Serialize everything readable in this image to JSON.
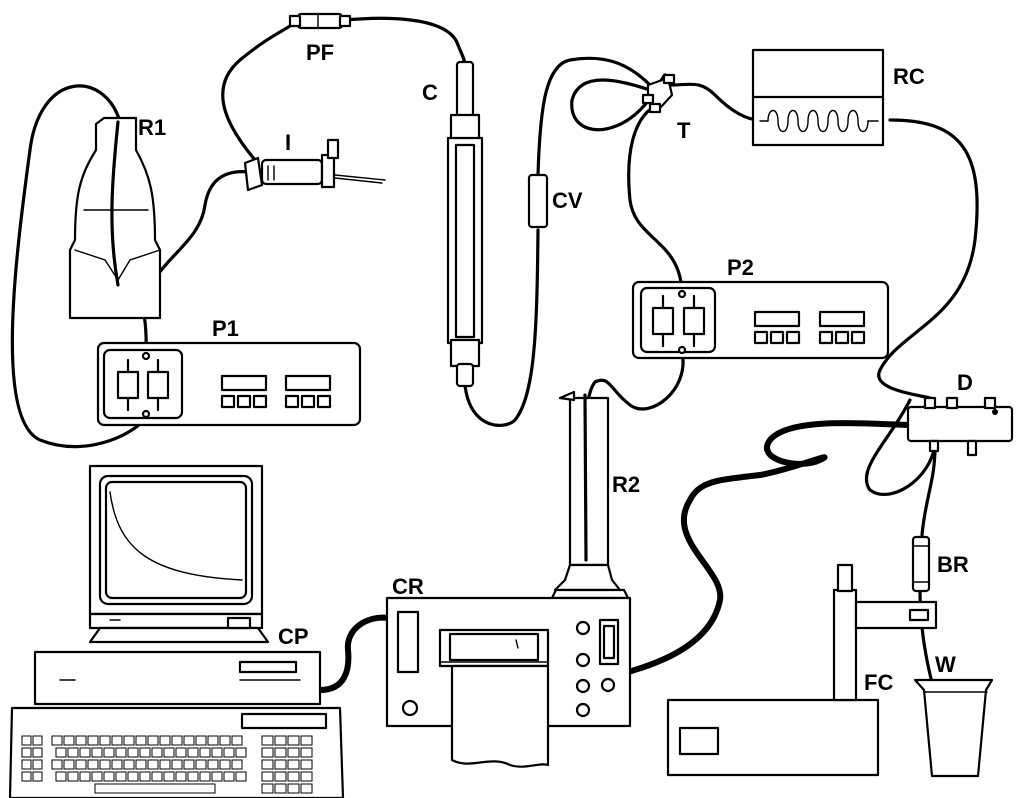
{
  "labels": {
    "pf": "PF",
    "c": "C",
    "rc": "RC",
    "r1": "R1",
    "i": "I",
    "t": "T",
    "cv": "CV",
    "p2": "P2",
    "p1": "P1",
    "d": "D",
    "r2": "R2",
    "br": "BR",
    "cr": "CR",
    "cp": "CP",
    "fc": "FC",
    "w": "W"
  }
}
